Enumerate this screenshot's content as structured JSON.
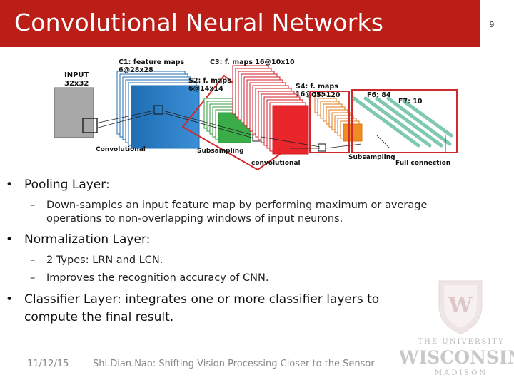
{
  "slide": {
    "title": "Convolutional Neural Networks",
    "number": "9"
  },
  "diagram": {
    "input_label": "INPUT",
    "input_size": "32x32",
    "c1_label": "C1: feature maps",
    "c1_size": "6@28x28",
    "s2_label": "S2: f. maps",
    "s2_size": "6@14x14",
    "c3_label": "C3: f. maps 16@10x10",
    "s4_label": "S4: f. maps",
    "s4_size": "16@5x5",
    "c5_label": "C5: 120",
    "f6_label": "F6: 84",
    "f7_label": "F7: 10",
    "op_convolutional_1": "Convolutional",
    "op_subsampling_1": "Subsampling",
    "op_convolutional_2": "convolutional",
    "op_subsampling_2": "Subsampling",
    "op_full_connection": "Full connection"
  },
  "bullets": {
    "pooling_title": "Pooling Layer:",
    "pooling_sub1_line1": "Down-samples an input feature map by performing maximum or average",
    "pooling_sub1_line2": "operations to non-overlapping windows of input neurons.",
    "norm_title": "Normalization Layer:",
    "norm_sub1": "2 Types: LRN and LCN.",
    "norm_sub2": "Improves the recognition accuracy of CNN.",
    "classifier_line1": "Classifier Layer: integrates one or more classifier layers to",
    "classifier_line2": "compute the final result."
  },
  "footer": {
    "date": "11/12/15",
    "text": "Shi.Dian.Nao: Shifting Vision Processing Closer to the Sensor"
  },
  "logo": {
    "line1": "THE UNIVERSITY",
    "line2": "WISCONSIN",
    "line3": "MADISON"
  },
  "colors": {
    "title_bar": "#bb1e17",
    "box_highlight": "#d12a2a",
    "c1": "#2b7fc4",
    "s2": "#3aad48",
    "c3": "#e8262c",
    "s4": "#f08c24",
    "fc": "#7fc9b0"
  }
}
